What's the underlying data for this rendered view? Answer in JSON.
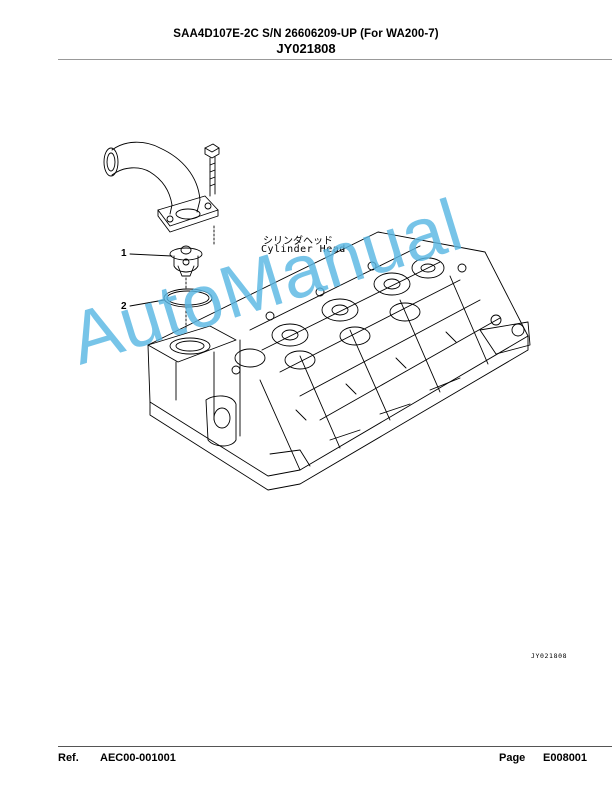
{
  "header": {
    "title": "SAA4D107E-2C S/N 26606209-UP (For WA200-7)",
    "code": "JY021808"
  },
  "callouts": [
    {
      "number": "1",
      "part": "thermostat"
    },
    {
      "number": "2",
      "part": "o-ring"
    }
  ],
  "drawing": {
    "label_jp": "シリンダヘッド",
    "label_en": "Cylinder Head",
    "figure_id": "JY021808"
  },
  "watermark": "AutoManual",
  "footer": {
    "ref_label": "Ref.",
    "ref_value": "AEC00-001001",
    "page_label": "Page",
    "page_value": "E008001"
  }
}
